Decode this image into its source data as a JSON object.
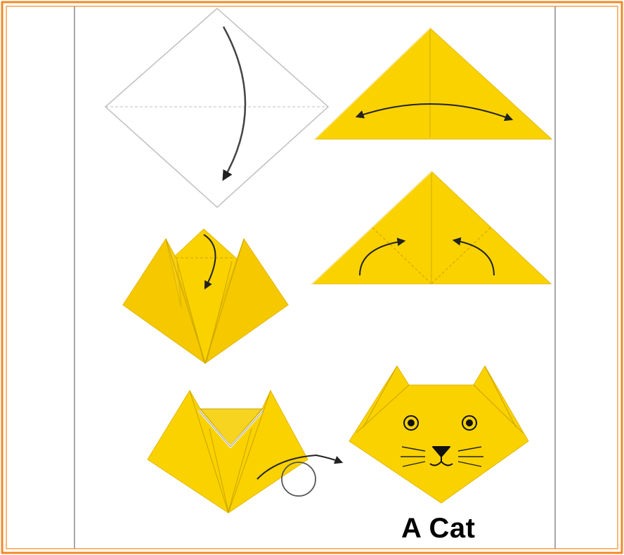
{
  "caption": "A Cat",
  "colors": {
    "paper": "#FAD200",
    "paper_edge": "#E2B800",
    "fold_line": "#B89800",
    "frame_outer": "#F08A24",
    "frame_inner": "#888888",
    "arrow": "#333333",
    "outline": "#BFBFBF"
  },
  "steps": [
    {
      "name": "step-1-square",
      "icon": "diamond-outline"
    },
    {
      "name": "step-2-triangle",
      "icon": "triangle-fold"
    },
    {
      "name": "step-3-triangle-corners",
      "icon": "triangle-fold-corners"
    },
    {
      "name": "step-4-ears",
      "icon": "ears-fold"
    },
    {
      "name": "step-5-flip",
      "icon": "flip-over"
    },
    {
      "name": "step-6-cat-face",
      "icon": "cat-face"
    }
  ]
}
